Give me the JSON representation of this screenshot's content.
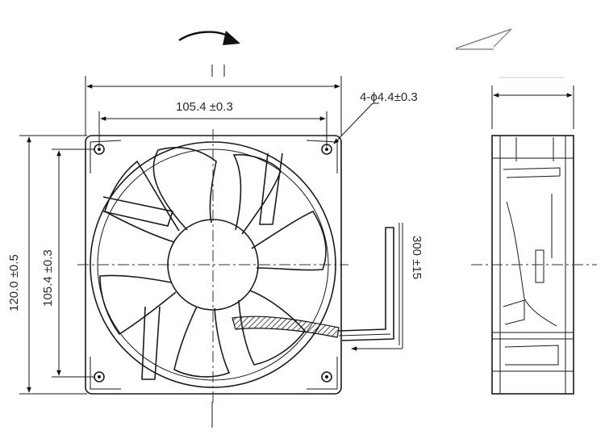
{
  "dimensions": {
    "width_label": "105.4 ±0.3",
    "height_label": "120.0 ±0.5",
    "inner_height_label": "105.4 ±0.3",
    "hole_label": "4-ϕ4.4±0.3",
    "lead_label": "300 ±15"
  },
  "icons": {
    "rotation": "rotation-arrow-icon",
    "airflow": "airflow-arrow-icon"
  },
  "colors": {
    "line": "#1a1a1a",
    "background": "#ffffff"
  }
}
